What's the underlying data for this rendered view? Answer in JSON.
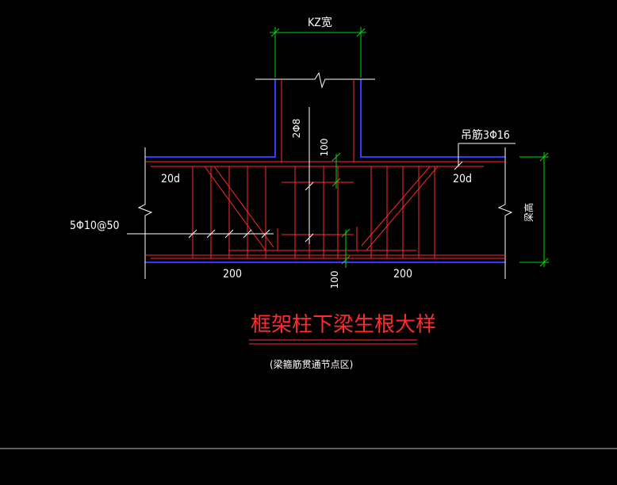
{
  "labels": {
    "kz_width": "KZ宽",
    "hanger_bars": "吊筋3Φ16",
    "beam_height": "梁高",
    "two_phi8": "2Φ8",
    "dim_100_top": "100",
    "dim_100_bottom": "100",
    "anchor_left": "20d",
    "anchor_right": "20d",
    "stirrups": "5Φ10@50",
    "dim_200_left": "200",
    "dim_200_right": "200"
  },
  "title": "框架柱下梁生根大样",
  "subtitle": "(梁箍筋贯通节点区)",
  "colors": {
    "background": "#000000",
    "concrete_outline": "#3a3aff",
    "rebar": "#ff2a2a",
    "dimension": "#00dd00",
    "text": "#ffffff",
    "leader": "#ffffff"
  }
}
